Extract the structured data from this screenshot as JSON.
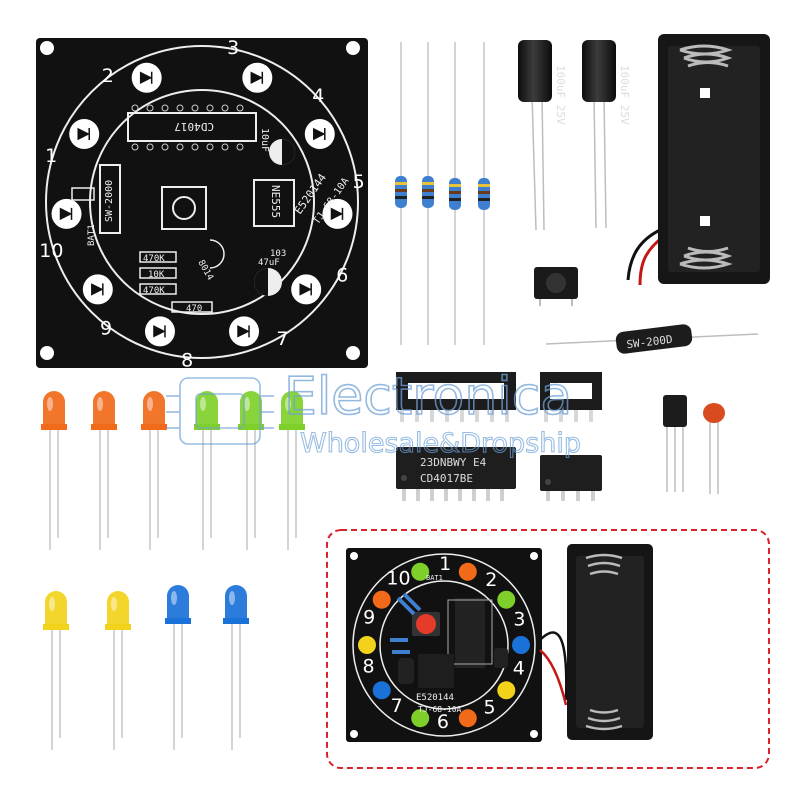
{
  "pcb": {
    "numbers": [
      "1",
      "2",
      "3",
      "4",
      "5",
      "6",
      "7",
      "8",
      "9",
      "10"
    ],
    "chip_label": "CD4017",
    "cap_label": "10uF",
    "ne555_label": "NE555",
    "board_id": "E520144",
    "board_code": "TJ-68-10A",
    "switch_label": "SW-2000",
    "battery_label": "BAT1",
    "r_470k_1": "470K",
    "r_10k": "10K",
    "r_470k_2": "470K",
    "r_470": "470",
    "transistor_label": "8014",
    "c_47uf": "47uF",
    "c_103": "103"
  },
  "components": {
    "electrolytic_label": "100uF 25V",
    "reed_switch_label": "SW-200D",
    "ic_top_label": "23DNBWY E4",
    "ic_main_label": "CD4017BE"
  },
  "watermark": {
    "brand": "Electronica",
    "tagline": "Wholesale&Dropship"
  },
  "assembled": {
    "numbers": [
      "1",
      "2",
      "3",
      "4",
      "5",
      "6",
      "7",
      "8",
      "9",
      "10"
    ],
    "board_id": "E520144",
    "board_code": "TJ-68-10A",
    "battery_label": "BAT1"
  },
  "colors": {
    "pcb": "#111111",
    "led_orange": "#f06a1a",
    "led_green": "#7fcf2a",
    "led_yellow": "#f2d21a",
    "led_blue": "#1a72d8",
    "frame_red": "#d9232a"
  }
}
